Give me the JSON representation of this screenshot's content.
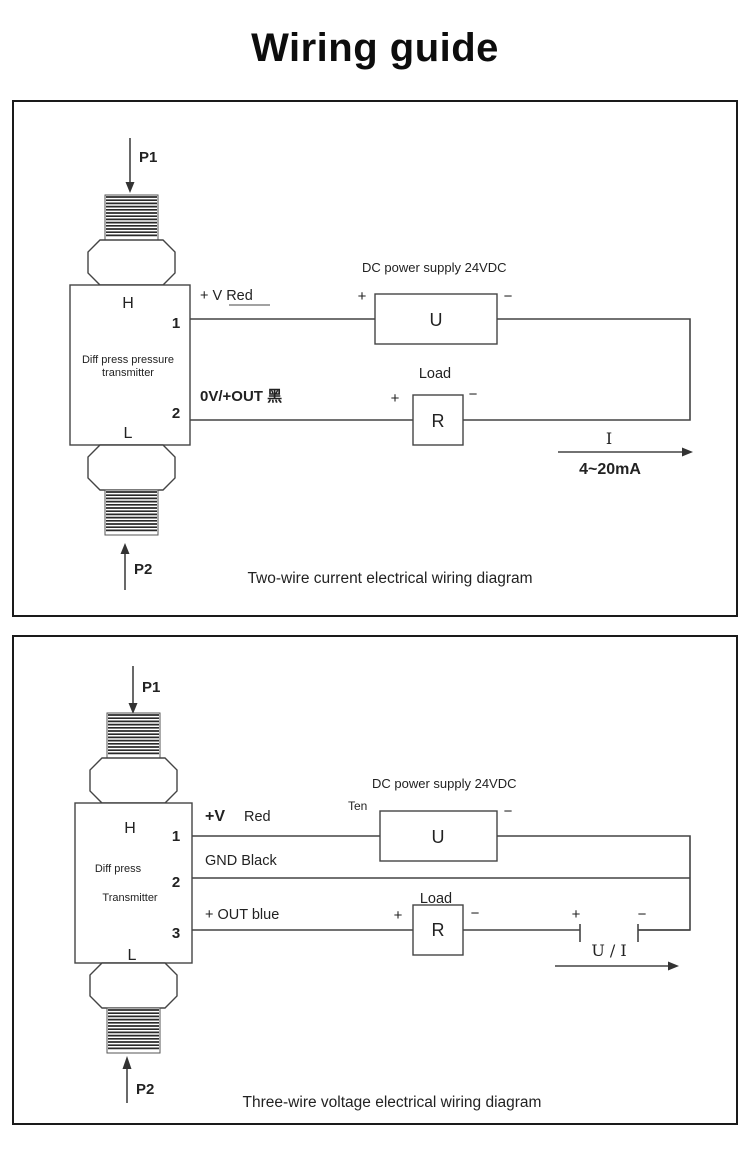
{
  "page": {
    "title": "Wiring guide"
  },
  "panel_two_wire": {
    "caption": "Two-wire current electrical wiring diagram",
    "p1": "P1",
    "p2": "P2",
    "port_h": "H",
    "port_l": "L",
    "terminal_1": "1",
    "terminal_2": "2",
    "device_line1": "Diff press pressure",
    "device_line2": "transmitter",
    "wire1_label": "+ V Red",
    "wire2_label": "0V/+OUT 黑",
    "supply_label": "DC power supply 24VDC",
    "supply_symbol": "U",
    "supply_plus": "+",
    "supply_minus": "−",
    "load_label": "Load",
    "load_symbol": "R",
    "load_plus": "+",
    "load_minus": "−",
    "output_symbol": "I",
    "output_range": "4~20mA"
  },
  "panel_three_wire": {
    "caption": "Three-wire voltage electrical wiring diagram",
    "p1": "P1",
    "p2": "P2",
    "port_h": "H",
    "port_l": "L",
    "terminal_1": "1",
    "terminal_2": "2",
    "terminal_3": "3",
    "device_line1": "Diff press",
    "device_line2": "Transmitter",
    "wire1_label_bold": "+V",
    "wire1_label_rest": "Red",
    "wire2_label": "GND Black",
    "wire3_label": "+ OUT blue",
    "ten_label": "Ten",
    "supply_label": "DC power supply 24VDC",
    "supply_symbol": "U",
    "supply_minus": "−",
    "load_label": "Load",
    "load_symbol": "R",
    "load_plus": "+",
    "load_minus": "−",
    "out_plus": "+",
    "out_minus": "−",
    "output_symbol": "U / I"
  }
}
